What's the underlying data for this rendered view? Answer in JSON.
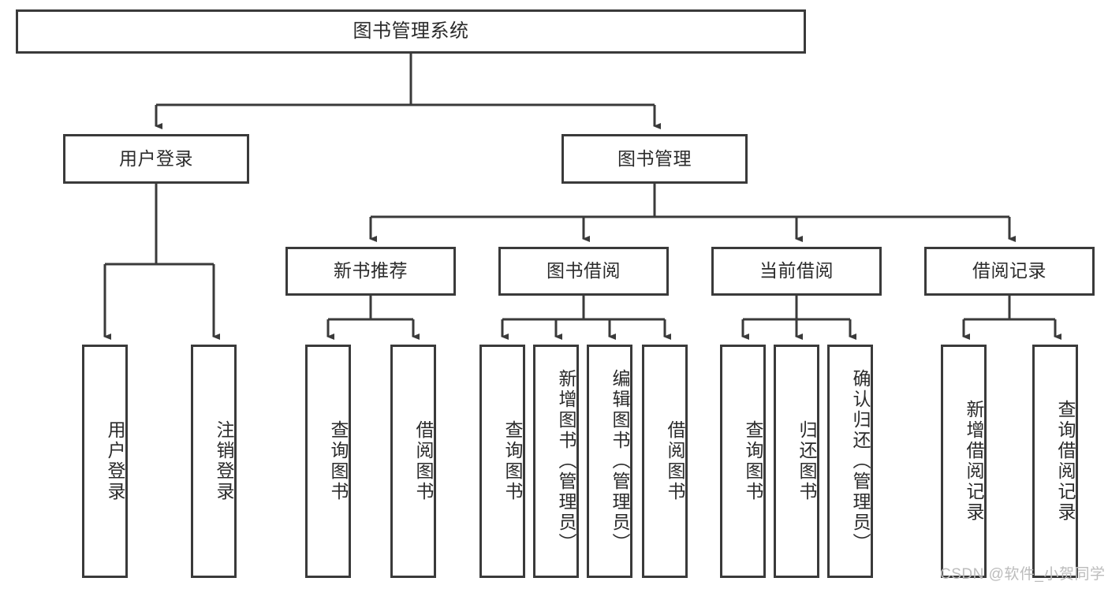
{
  "diagram": {
    "title": "图书管理系统",
    "type": "tree-hierarchy",
    "root": {
      "label": "图书管理系统"
    },
    "level2": [
      {
        "label": "用户登录"
      },
      {
        "label": "图书管理"
      }
    ],
    "level3": [
      {
        "label": "新书推荐"
      },
      {
        "label": "图书借阅"
      },
      {
        "label": "当前借阅"
      },
      {
        "label": "借阅记录"
      }
    ],
    "leaves": {
      "user_login": [
        {
          "label": "用户登录"
        },
        {
          "label": "注销登录"
        }
      ],
      "new_book_recommend": [
        {
          "label": "查询图书"
        },
        {
          "label": "借阅图书"
        }
      ],
      "book_borrow": [
        {
          "label": "查询图书"
        },
        {
          "label": "新增图书（管理员）"
        },
        {
          "label": "编辑图书（管理员）"
        },
        {
          "label": "借阅图书"
        }
      ],
      "current_borrow": [
        {
          "label": "查询图书"
        },
        {
          "label": "归还图书"
        },
        {
          "label": "确认归还（管理员）"
        }
      ],
      "borrow_records": [
        {
          "label": "新增借阅记录"
        },
        {
          "label": "查询借阅记录"
        }
      ]
    }
  },
  "watermark": {
    "text": "CSDN @软件_小贺同学"
  },
  "colors": {
    "stroke": "#3a3a3a",
    "text": "#2b2b2b",
    "background": "#ffffff",
    "watermark": "#bcbcbc"
  }
}
